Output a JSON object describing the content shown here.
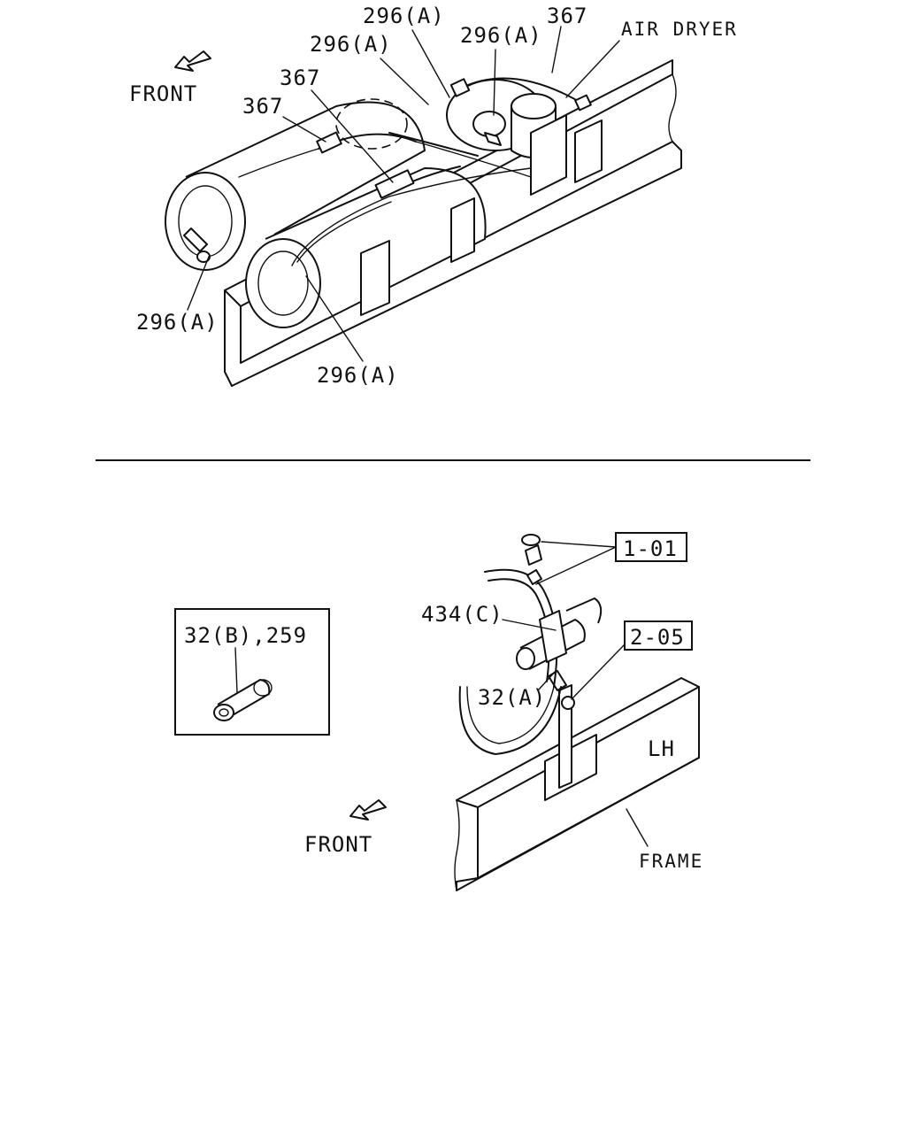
{
  "top_view": {
    "front_label": "FRONT",
    "air_dryer_label": "AIR DRYER",
    "callouts": {
      "c1": "296(A)",
      "c2": "296(A)",
      "c3": "296(A)",
      "c4": "367",
      "c5": "367",
      "c6": "367",
      "c7": "296(A)",
      "c8": "296(A)"
    }
  },
  "bottom_view": {
    "inset_label": "32(B),259",
    "ref_box_1": "1-01",
    "ref_box_2": "2-05",
    "callout_434": "434(C)",
    "callout_32": "32(A)",
    "side_label": "LH",
    "frame_label": "FRAME",
    "front_label": "FRONT"
  }
}
